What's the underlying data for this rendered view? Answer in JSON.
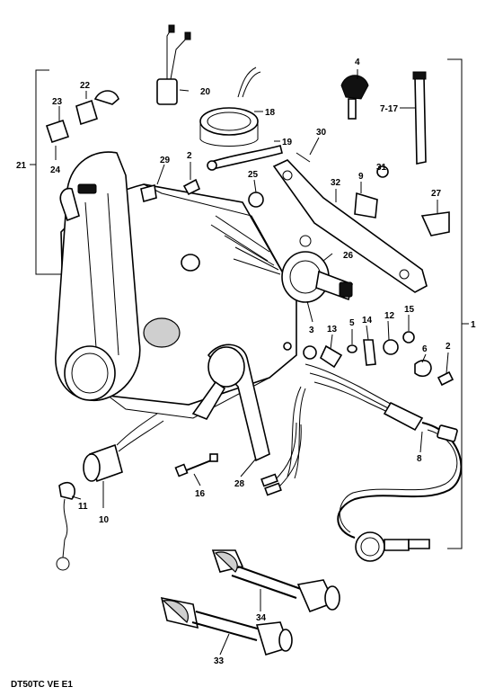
{
  "footer_code": "DT50TC VE E1",
  "callouts": [
    {
      "id": "c1",
      "text": "1"
    },
    {
      "id": "c2a",
      "text": "2"
    },
    {
      "id": "c2b",
      "text": "2"
    },
    {
      "id": "c3",
      "text": "3"
    },
    {
      "id": "c4",
      "text": "4"
    },
    {
      "id": "c5",
      "text": "5"
    },
    {
      "id": "c6",
      "text": "6"
    },
    {
      "id": "c7",
      "text": "7-17"
    },
    {
      "id": "c8",
      "text": "8"
    },
    {
      "id": "c9",
      "text": "9"
    },
    {
      "id": "c10",
      "text": "10"
    },
    {
      "id": "c11",
      "text": "11"
    },
    {
      "id": "c12",
      "text": "12"
    },
    {
      "id": "c13",
      "text": "13"
    },
    {
      "id": "c14",
      "text": "14"
    },
    {
      "id": "c15",
      "text": "15"
    },
    {
      "id": "c16",
      "text": "16"
    },
    {
      "id": "c18",
      "text": "18"
    },
    {
      "id": "c19",
      "text": "19"
    },
    {
      "id": "c20",
      "text": "20"
    },
    {
      "id": "c21",
      "text": "21"
    },
    {
      "id": "c22",
      "text": "22"
    },
    {
      "id": "c23",
      "text": "23"
    },
    {
      "id": "c24",
      "text": "24"
    },
    {
      "id": "c25",
      "text": "25"
    },
    {
      "id": "c26",
      "text": "26"
    },
    {
      "id": "c27",
      "text": "27"
    },
    {
      "id": "c28",
      "text": "28"
    },
    {
      "id": "c29",
      "text": "29"
    },
    {
      "id": "c30",
      "text": "30"
    },
    {
      "id": "c31",
      "text": "31"
    },
    {
      "id": "c32",
      "text": "32"
    },
    {
      "id": "c33",
      "text": "33"
    },
    {
      "id": "c34",
      "text": "34"
    }
  ]
}
